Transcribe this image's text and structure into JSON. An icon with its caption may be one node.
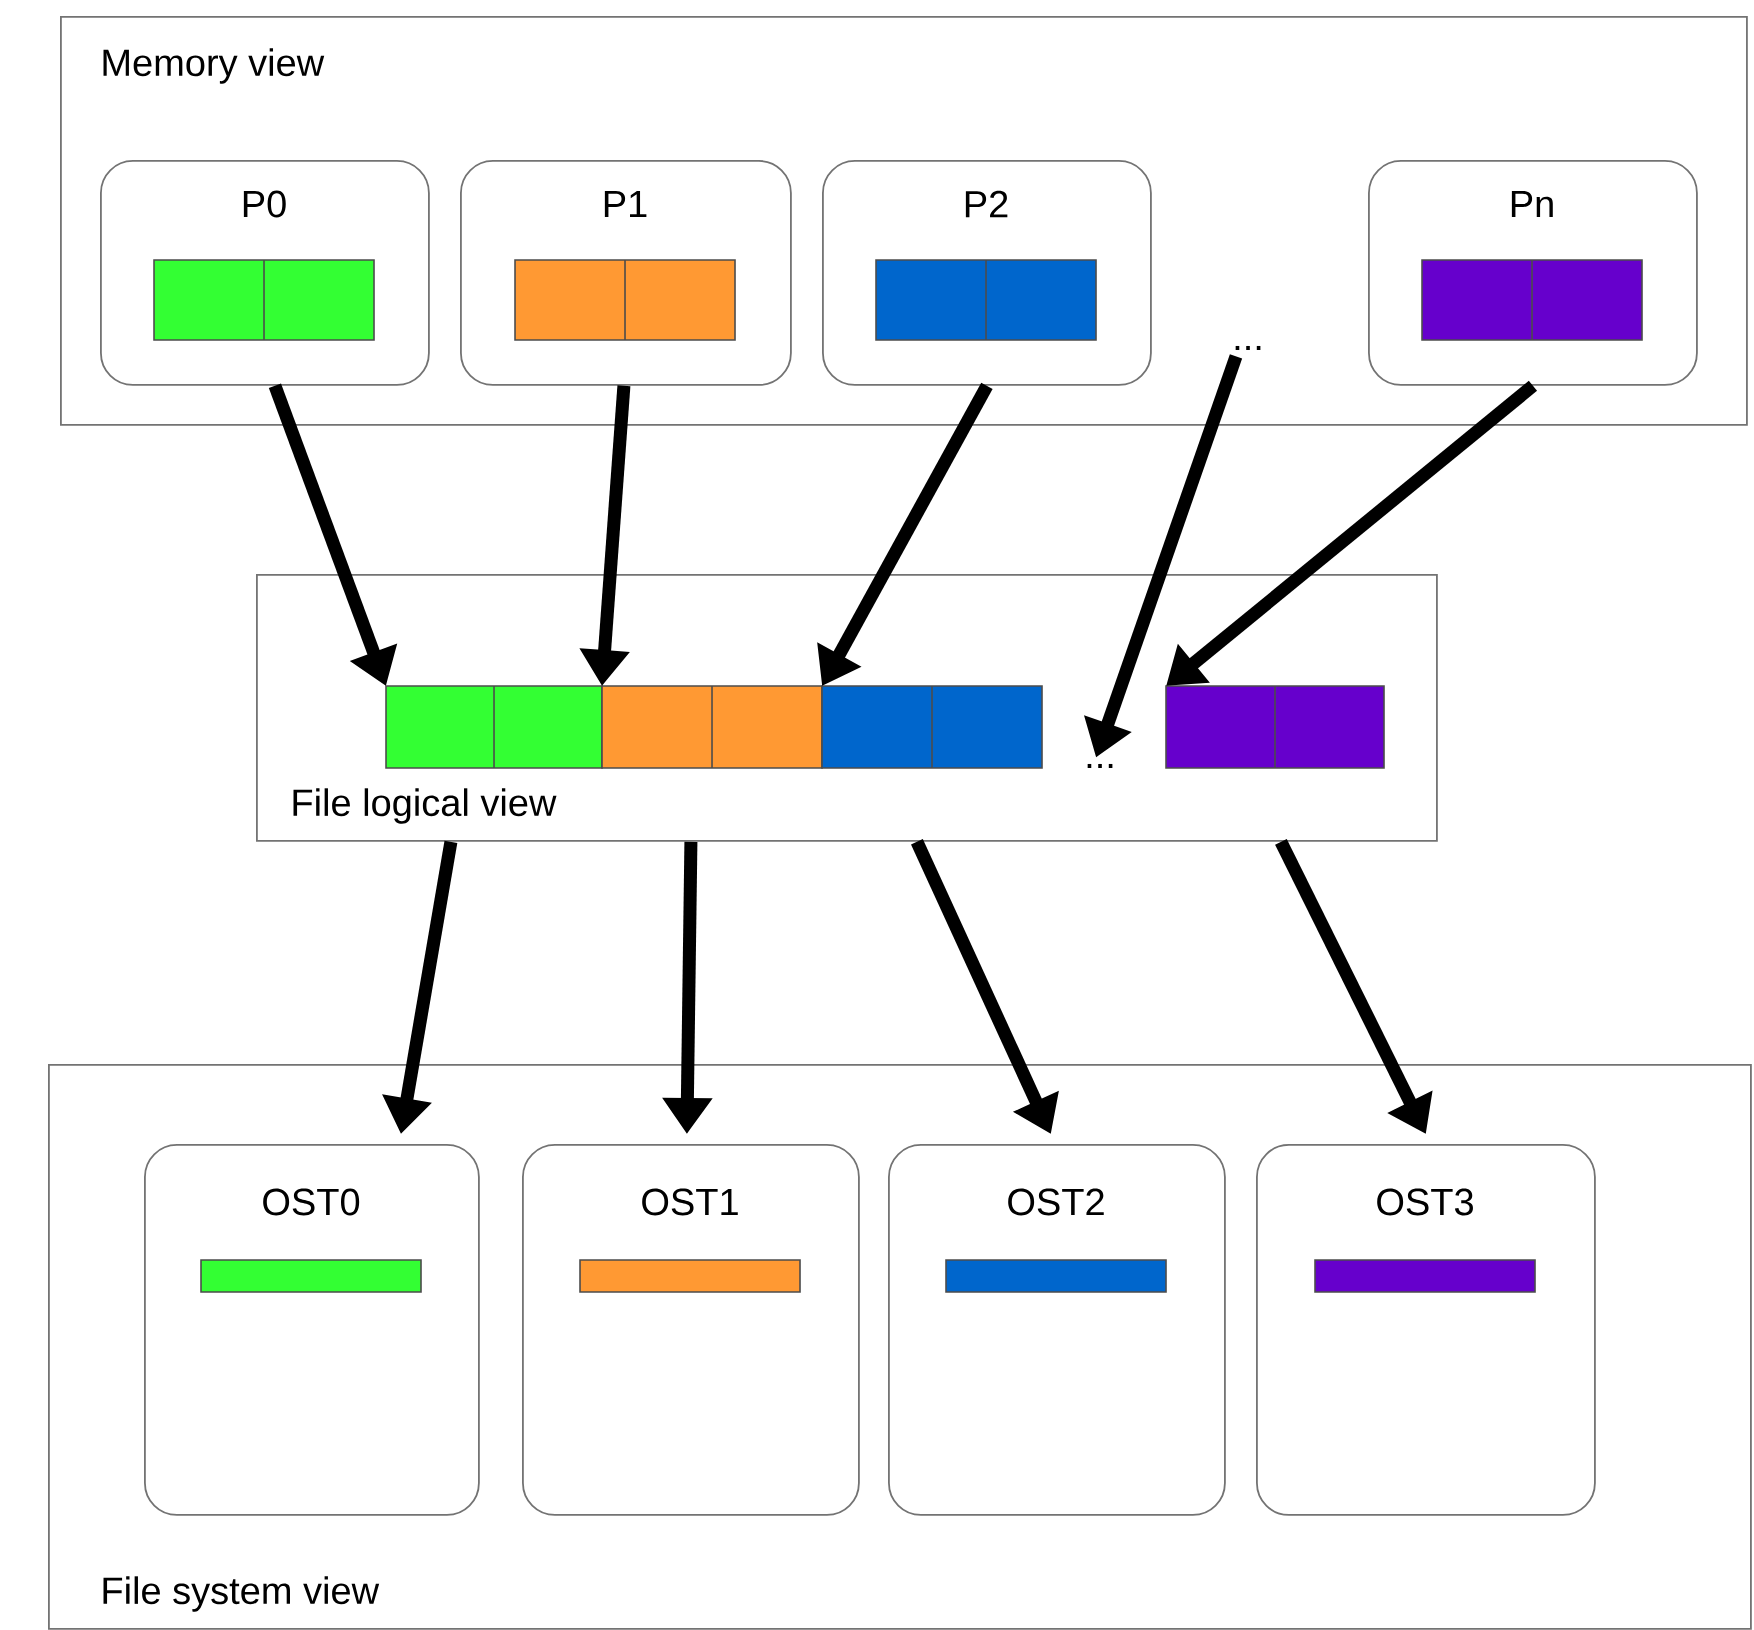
{
  "diagram": {
    "nodes": [
      {
        "text": [
          "Memory view"
        ]
      },
      {
        "text": [
          "P0"
        ],
        "in": 0
      },
      {
        "text": [
          "P1"
        ],
        "in": 0
      },
      {
        "text": [
          "P2"
        ],
        "in": 0
      },
      {
        "text": [
          "..."
        ],
        "in": 0
      },
      {
        "text": [
          "Pn"
        ],
        "in": 0
      },
      {
        "text": [
          "File logical view"
        ]
      },
      {
        "text": [],
        "shape": "bar",
        "in": 6
      },
      {
        "text": [],
        "shape": "bar",
        "in": 6
      },
      {
        "text": [],
        "shape": "bar",
        "in": 6
      },
      {
        "text": [
          "..."
        ],
        "in": 6
      },
      {
        "text": [],
        "shape": "bar",
        "in": 6
      },
      {
        "text": [
          "File system view"
        ]
      },
      {
        "text": [
          "OST0"
        ],
        "in": 12
      },
      {
        "text": [
          "OST1"
        ],
        "in": 12
      },
      {
        "text": [
          "OST2"
        ],
        "in": 12
      },
      {
        "text": [
          "OST3"
        ],
        "in": 12
      }
    ],
    "edges": [
      {
        "from": 1,
        "to": 7,
        "arrow": "to"
      },
      {
        "from": 2,
        "to": 8,
        "arrow": "to"
      },
      {
        "from": 3,
        "to": 9,
        "arrow": "to"
      },
      {
        "from": 4,
        "to": 10,
        "arrow": "to"
      },
      {
        "from": 5,
        "to": 11,
        "arrow": "to"
      },
      {
        "from": 6,
        "to": 13,
        "arrow": "to"
      },
      {
        "from": 6,
        "to": 14,
        "arrow": "to"
      },
      {
        "from": 6,
        "to": 15,
        "arrow": "to"
      },
      {
        "from": 6,
        "to": 16,
        "arrow": "to"
      }
    ]
  }
}
